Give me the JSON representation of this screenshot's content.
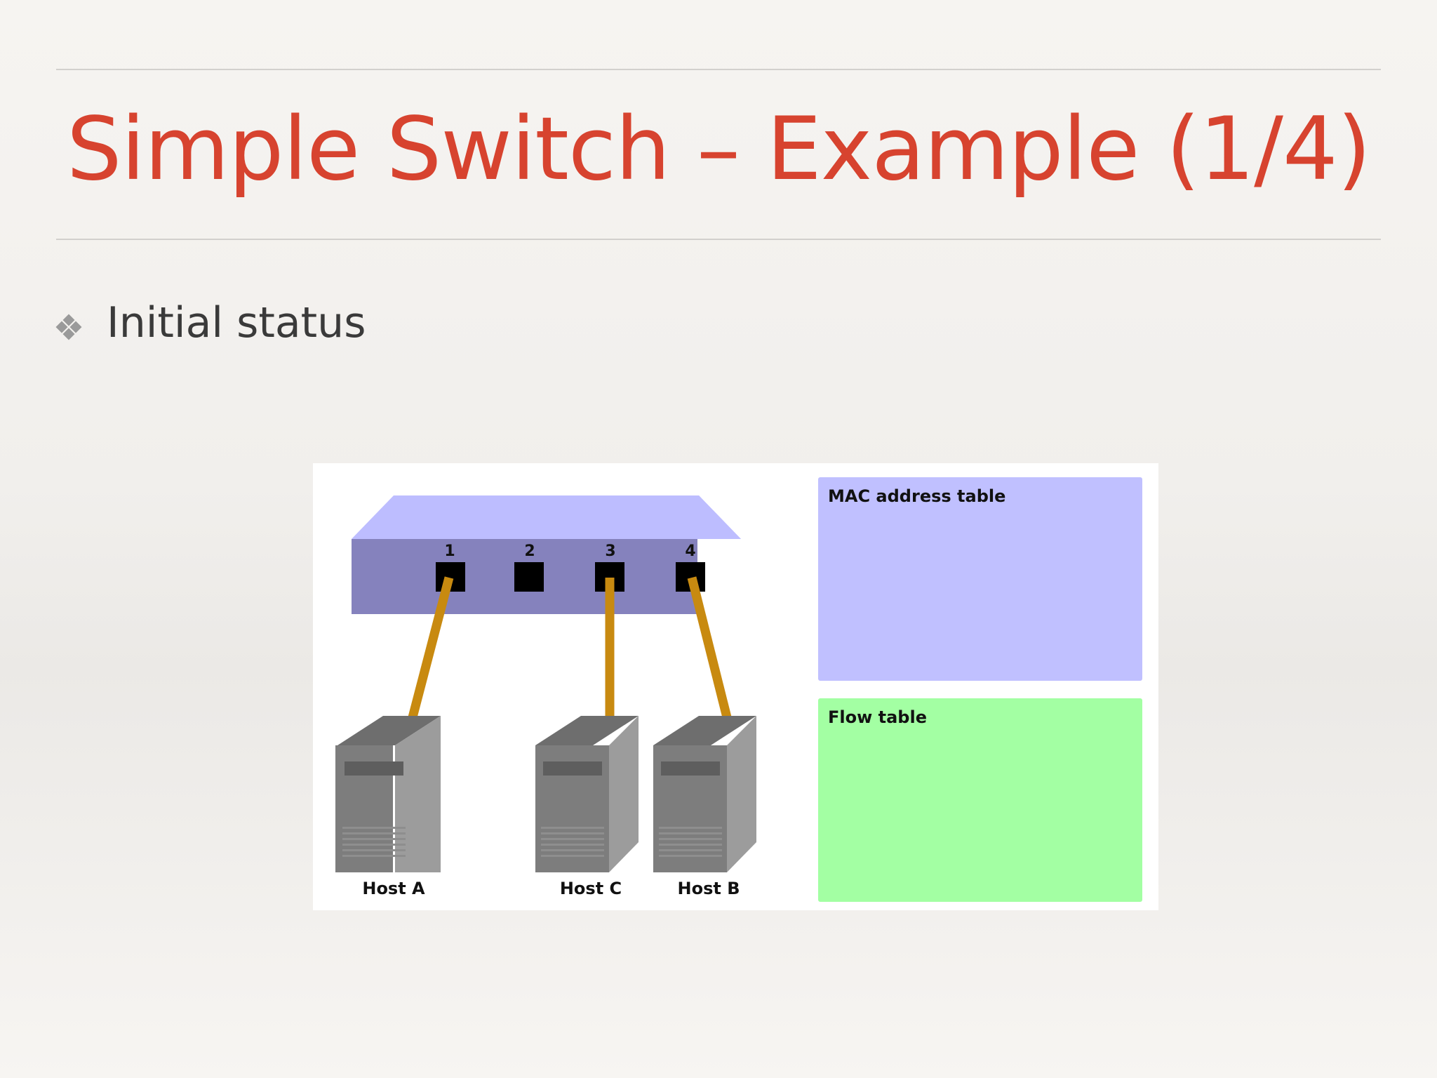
{
  "slide": {
    "title": "Simple Switch – Example (1/4)",
    "bullet": "Initial status"
  },
  "diagram": {
    "ports": [
      "1",
      "2",
      "3",
      "4"
    ],
    "hosts": {
      "a": "Host A",
      "c": "Host C",
      "b": "Host B"
    },
    "mac_table_label": "MAC address table",
    "flow_table_label": "Flow table"
  },
  "colors": {
    "title": "#d7432f",
    "switch_top": "#bdbdff",
    "switch_front": "#8582bd",
    "cable": "#c88a10",
    "mac_table_fill": "#c0c0ff",
    "flow_table_fill": "#a3ffa3"
  }
}
